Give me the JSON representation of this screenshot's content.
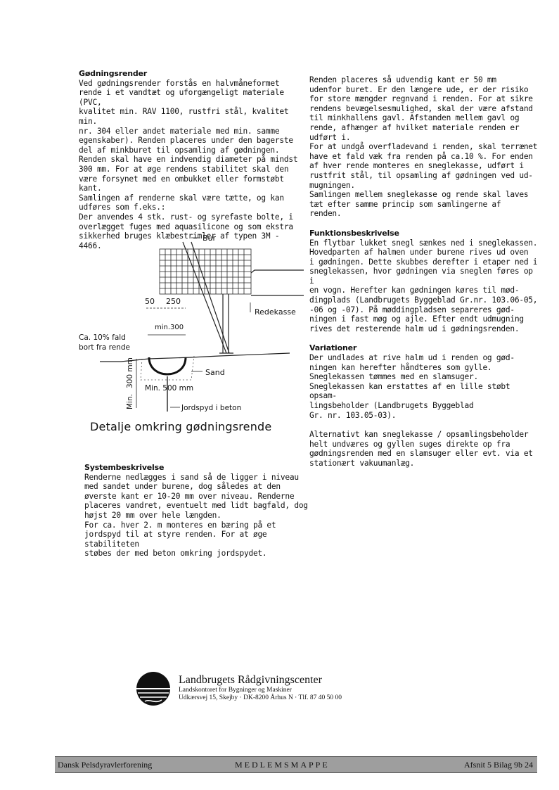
{
  "left_column": {
    "heading": "Gødningsrender",
    "lines": [
      "Ved gødningsrender forstås en halvmåneformet",
      "rende i et vandtæt og uforgængeligt materiale (PVC,",
      "kvalitet min. RAV 1100, rustfri stål, kvalitet min.",
      "nr. 304 eller andet materiale med min. samme",
      "egenskaber). Renden placeres under den bagerste",
      "del af minkburet til opsamling af gødningen.",
      "Renden skal have en indvendig diameter på mindst",
      "300 mm. For at øge rendens stabilitet skal den",
      "være forsynet med en ombukket eller formstøbt",
      "kant.",
      "Samlingen af renderne skal være tætte, og kan",
      "udføres som f.eks.:",
      "Der anvendes 4 stk. rust- og syrefaste bolte, i",
      "overlægget fuges med aquasilicone og som ekstra",
      "sikkerhed bruges klæbestrimler af typen 3M - 4466."
    ]
  },
  "right_column": {
    "intro_lines": [
      "Renden placeres så udvendig kant er 50 mm",
      "udenfor buret. Er den længere ude, er der risiko",
      "for store mængder regnvand i renden. For at sikre",
      "rendens bevægelsesmulighed, skal der være afstand",
      "til minkhallens gavl. Afstanden mellem gavl og",
      "rende, afhænger af hvilket materiale renden er",
      "udført i.",
      "For at undgå overfladevand i renden, skal terrænet",
      "have et fald væk fra renden på ca.10 %. For enden",
      "af hver rende monteres en sneglekasse, udført i",
      "rustfrit stål, til opsamling af gødningen ved ud-",
      "mugningen.",
      "Samlingen mellem sneglekasse og rende skal laves",
      "tæt efter samme princip som samlingerne af",
      "renden."
    ],
    "function_heading": "Funktionsbeskrivelse",
    "function_lines": [
      "En flytbar lukket snegl sænkes ned i sneglekassen.",
      "Hovedparten af halmen under burene rives ud oven",
      "i gødningen. Dette skubbes derefter i etaper ned i",
      "sneglekassen, hvor gødningen via sneglen føres op i",
      "en vogn. Herefter kan gødningen køres til mød-",
      "dingplads (Landbrugets Byggeblad Gr.nr. 103.06-05,",
      "-06 og -07). På møddingpladsen separeres gød-",
      "ningen i fast møg og ajle. Efter endt udmugning",
      "rives det resterende halm ud i gødningsrenden."
    ],
    "variation_heading": "Variationer",
    "variation_lines": [
      "Der undlades at rive halm ud i renden og gød-",
      "ningen kan herefter håndteres som gylle.",
      "Sneglekassen tømmes med en slamsuger.",
      "Sneglekassen kan erstattes af en lille støbt opsam-",
      "lingsbeholder (Landbrugets Byggeblad",
      "Gr. nr. 103.05-03)."
    ],
    "alt_lines": [
      "Alternativt kan sneglekasse / opsamlingsbeholder",
      "helt undværes og gyllen suges direkte op fra",
      "gødningsrenden med en slamsuger eller evt. via et",
      "stationært vakuumanlæg."
    ]
  },
  "diagram": {
    "label_bur": "Bur",
    "label_redekasse": "Redekasse",
    "label_50": "50",
    "label_250": "250",
    "label_min300_top": "min.300",
    "label_fald_1": "Ca. 10% fald",
    "label_fald_2": "bort fra rende",
    "label_sand": "Sand",
    "label_min500": "Min. 500 mm",
    "label_300mm": "300 mm",
    "label_min": "Min.",
    "label_jordspyd": "Jordspyd i beton",
    "caption": "Detalje omkring gødningsrende"
  },
  "system": {
    "heading": "Systembeskrivelse",
    "lines": [
      "Renderne nedlægges i sand så de ligger i niveau",
      "med sandet under burene, dog således at den",
      "øverste kant er 10-20 mm over niveau. Renderne",
      "placeres vandret, eventuelt med lidt bagfald, dog",
      "højst 20 mm over hele længden.",
      "For ca. hver 2. m monteres en bæring på et",
      "jordspyd til at styre renden. For at øge stabiliteten",
      "støbes der med beton omkring jordspydet."
    ]
  },
  "footer": {
    "org_name": "Landbrugets Rådgivningscenter",
    "org_sub": "Landskontoret for Bygninger og Maskiner",
    "address": "Udkærsvej 15, Skejby · DK-8200 Århus N · Tlf. 87 40 50 00"
  },
  "bottom_bar": {
    "left": "Dansk Pelsdyravlerforening",
    "middle": "MEDLEMSMAPPE",
    "right": "Afsnit 5 Bilag 9b  24"
  }
}
